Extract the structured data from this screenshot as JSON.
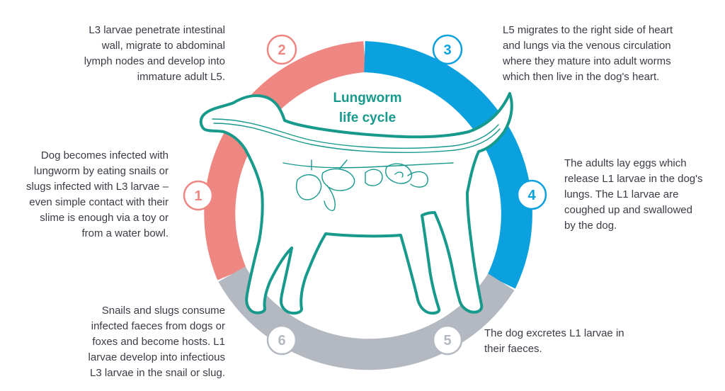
{
  "title": {
    "line1": "Lungworm",
    "line2": "life cycle"
  },
  "colors": {
    "pink": "#ee8681",
    "blue": "#0aa1de",
    "grey": "#b4b9c1",
    "teal": "#17998c",
    "text": "#3b3b46"
  },
  "steps": [
    {
      "number": "1",
      "color": "pink",
      "text": "Dog becomes infected with\nlungworm by eating snails or\nslugs infected with L3 larvae –\neven simple contact with their\nslime is enough via a toy or\nfrom a water bowl."
    },
    {
      "number": "2",
      "color": "pink",
      "text": "L3 larvae penetrate intestinal\nwall, migrate to abdominal\nlymph nodes and develop into\nimmature adult L5."
    },
    {
      "number": "3",
      "color": "blue",
      "text": "L5 migrates to the right side of heart\nand lungs via the venous circulation\nwhere they mature into adult worms\nwhich then live in the dog's heart."
    },
    {
      "number": "4",
      "color": "blue",
      "text": "The adults lay eggs which\nrelease L1 larvae in the dog's\nlungs. The L1 larvae are\ncoughed up and swallowed\nby the dog."
    },
    {
      "number": "5",
      "color": "grey",
      "text": "The dog excretes L1 larvae in\ntheir faeces."
    },
    {
      "number": "6",
      "color": "grey",
      "text": "Snails and slugs consume\ninfected faeces from dogs or\nfoxes and become hosts. L1\nlarvae develop into infectious\nL3 larvae in the snail or slug."
    }
  ],
  "icons": {
    "dog": "dog-outline-icon",
    "organs": "internal-organs-icon"
  }
}
